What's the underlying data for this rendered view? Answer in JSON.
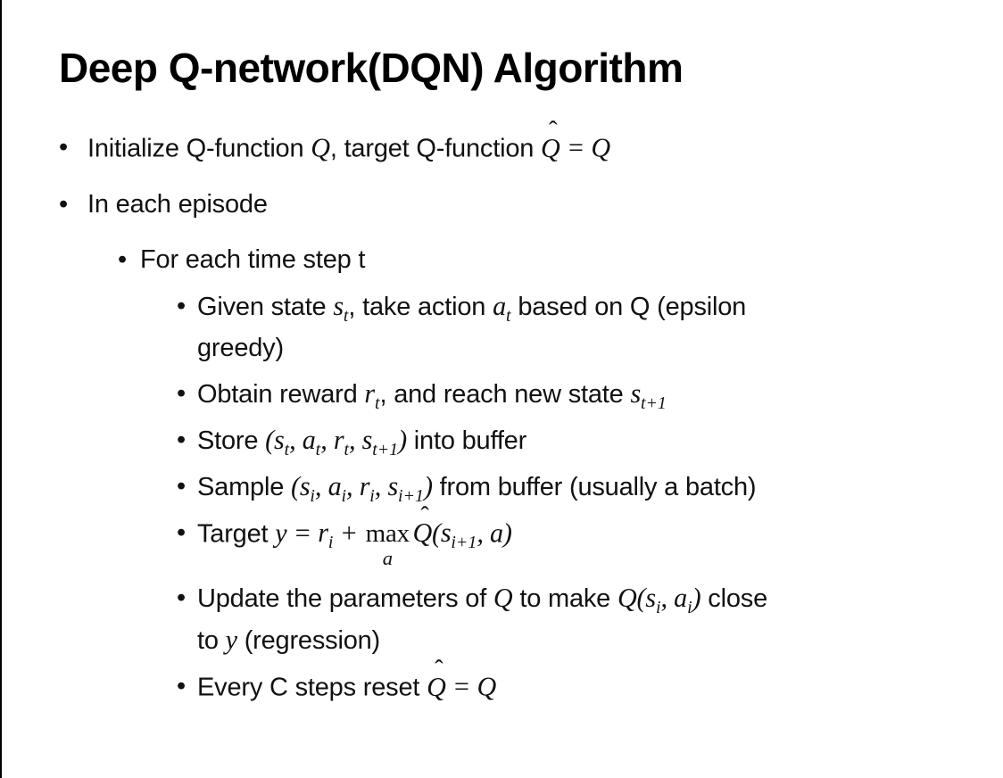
{
  "slide": {
    "title": "Deep Q-network(DQN) Algorithm",
    "background_color": "#ffffff",
    "text_color": "#111111",
    "border_color": "#000000",
    "bullets": [
      {
        "level": 1,
        "segments": [
          {
            "t": "Initialize Q-function "
          },
          {
            "m": "Q"
          },
          {
            "t": ", target Q-function "
          },
          {
            "hat": "Q"
          },
          {
            "m": " = Q"
          }
        ]
      },
      {
        "level": 1,
        "segments": [
          {
            "t": "In each episode"
          }
        ]
      },
      {
        "level": 2,
        "segments": [
          {
            "t": "For each time step t"
          }
        ]
      },
      {
        "level": 3,
        "segments": [
          {
            "t": "Given state "
          },
          {
            "base": "s",
            "sub": "t"
          },
          {
            "t": ", take action "
          },
          {
            "base": "a",
            "sub": "t"
          },
          {
            "t": " based on Q (epsilon"
          },
          {
            "br": true
          },
          {
            "t": "greedy)"
          }
        ]
      },
      {
        "level": 3,
        "segments": [
          {
            "t": "Obtain reward "
          },
          {
            "base": "r",
            "sub": "t"
          },
          {
            "t": ", and reach new state "
          },
          {
            "base": "s",
            "sub": "t+1"
          }
        ]
      },
      {
        "level": 3,
        "segments": [
          {
            "t": "Store "
          },
          {
            "m": "("
          },
          {
            "base": "s",
            "sub": "t"
          },
          {
            "m": ", "
          },
          {
            "base": "a",
            "sub": "t"
          },
          {
            "m": ", "
          },
          {
            "base": "r",
            "sub": "t"
          },
          {
            "m": ", "
          },
          {
            "base": "s",
            "sub": "t+1"
          },
          {
            "m": ")"
          },
          {
            "t": " into buffer"
          }
        ]
      },
      {
        "level": 3,
        "segments": [
          {
            "t": "Sample "
          },
          {
            "m": "("
          },
          {
            "base": "s",
            "sub": "i"
          },
          {
            "m": ", "
          },
          {
            "base": "a",
            "sub": "i"
          },
          {
            "m": ", "
          },
          {
            "base": "r",
            "sub": "i"
          },
          {
            "m": ", "
          },
          {
            "base": "s",
            "sub": "i+1"
          },
          {
            "m": ")"
          },
          {
            "t": " from buffer (usually a batch)"
          }
        ]
      },
      {
        "level": 3,
        "extra_space": true,
        "segments": [
          {
            "t": "Target "
          },
          {
            "m": "y"
          },
          {
            "m": " = "
          },
          {
            "base": "r",
            "sub": "i"
          },
          {
            "m": " + "
          },
          {
            "top": "max",
            "bottom": "a"
          },
          {
            "hat": "Q"
          },
          {
            "m": "("
          },
          {
            "base": "s",
            "sub": "i+1"
          },
          {
            "m": ", a)"
          }
        ]
      },
      {
        "level": 3,
        "segments": [
          {
            "t": "Update the parameters of "
          },
          {
            "m": "Q"
          },
          {
            "t": " to make "
          },
          {
            "m": "Q("
          },
          {
            "base": "s",
            "sub": "i"
          },
          {
            "m": ", "
          },
          {
            "base": "a",
            "sub": "i"
          },
          {
            "m": ")"
          },
          {
            "t": " close"
          },
          {
            "br": true
          },
          {
            "t": "to "
          },
          {
            "m": "y"
          },
          {
            "t": " (regression)"
          }
        ]
      },
      {
        "level": 3,
        "segments": [
          {
            "t": "Every C steps reset "
          },
          {
            "hat": "Q"
          },
          {
            "m": " = Q"
          }
        ]
      }
    ]
  }
}
